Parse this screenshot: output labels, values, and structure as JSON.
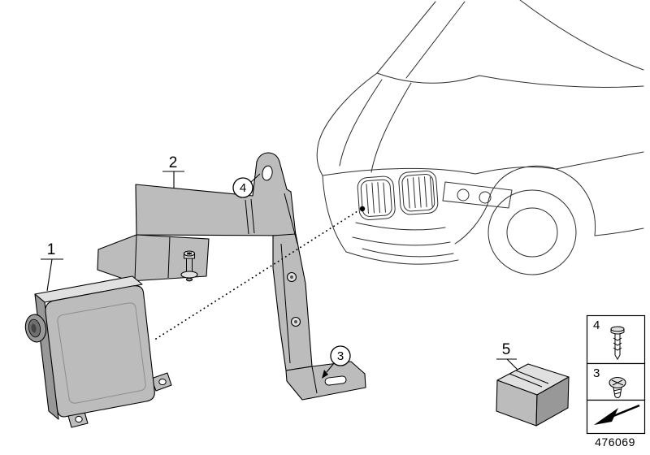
{
  "callouts": {
    "item1": "1",
    "item2": "2",
    "item3": "3",
    "item4": "4",
    "item5": "5"
  },
  "legend": {
    "cells": [
      {
        "label": "4",
        "icon": "expansion-rivet-icon"
      },
      {
        "label": "3",
        "icon": "screw-icon"
      },
      {
        "label": "",
        "icon": "direction-arrow-icon"
      }
    ]
  },
  "footer": {
    "part_number": "476069"
  },
  "colors": {
    "background": "#ffffff",
    "line": "#000000",
    "metal_light": "#e0e0e0",
    "metal_mid": "#bcbcbc",
    "metal_dark": "#989898"
  }
}
